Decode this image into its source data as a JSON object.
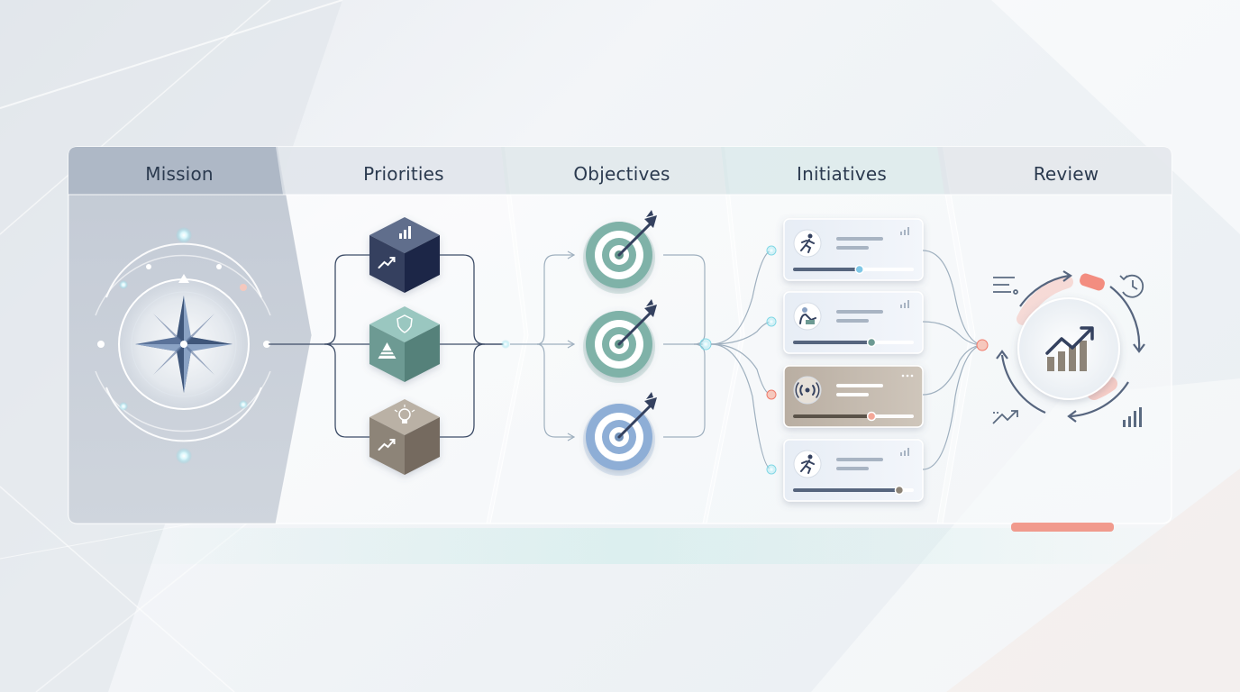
{
  "stages": [
    {
      "label": "Mission"
    },
    {
      "label": "Priorities"
    },
    {
      "label": "Objectives"
    },
    {
      "label": "Initiatives"
    },
    {
      "label": "Review"
    }
  ],
  "colors": {
    "navy": "#34415f",
    "teal": "#6d9a93",
    "taupe": "#8d8478",
    "target_teal": "#7fb2a8",
    "target_blue": "#8eaed6",
    "accent_coral": "#f07a6a",
    "node_cyan": "#7fd8e6",
    "header_bg": "#b9c2cf"
  },
  "priorities": [
    {
      "color": "navy",
      "top_icon": "bar-chart-icon",
      "face_icon": "trend-up-icon"
    },
    {
      "color": "teal",
      "top_icon": "shield-icon",
      "face_icon": "pyramid-icon"
    },
    {
      "color": "taupe",
      "top_icon": "lightbulb-icon",
      "face_icon": "trend-up-icon"
    }
  ],
  "objectives": [
    {
      "color": "target_teal"
    },
    {
      "color": "target_teal"
    },
    {
      "color": "target_blue"
    }
  ],
  "initiatives": [
    {
      "icon": "running-person-icon",
      "progress": 0.55,
      "highlighted": false
    },
    {
      "icon": "team-person-icon",
      "progress": 0.65,
      "highlighted": false
    },
    {
      "icon": "broadcast-icon",
      "progress": 0.65,
      "highlighted": true
    },
    {
      "icon": "running-person-icon",
      "progress": 0.88,
      "highlighted": false
    }
  ],
  "review": {
    "center_icon": "growth-chart-icon",
    "side_icons": [
      "filter-list-icon",
      "clock-history-icon",
      "trend-spark-icon",
      "mini-bar-chart-icon"
    ]
  }
}
